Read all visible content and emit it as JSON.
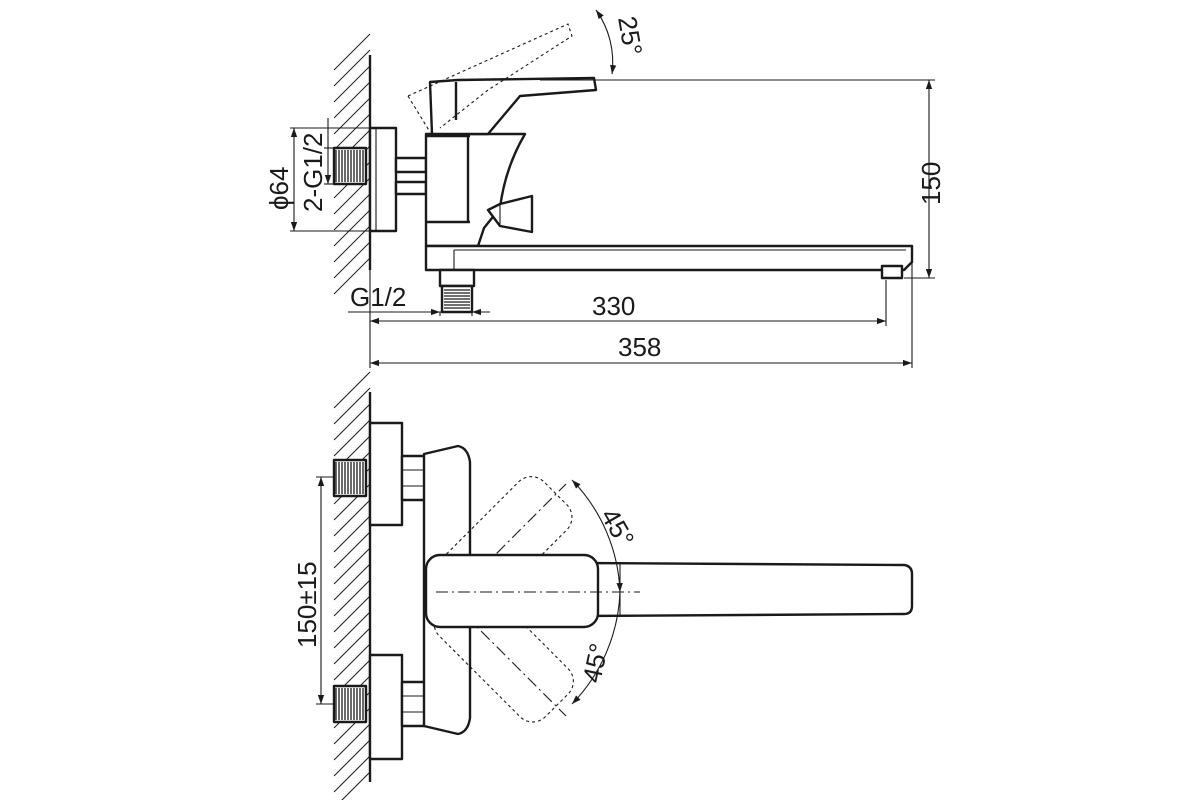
{
  "top_view": {
    "angle_label": "25°",
    "dia_label": "ϕ64",
    "thread_label": "2-G1/2",
    "height_label": "150",
    "outlet_label": "G1/2",
    "reach_label": "330",
    "overall_label": "358"
  },
  "bottom_view": {
    "spacing_label": "150±15",
    "angle_up_label": "45°",
    "angle_down_label": "45°"
  },
  "colors": {
    "line": "#1a1a1a",
    "background": "#ffffff"
  }
}
